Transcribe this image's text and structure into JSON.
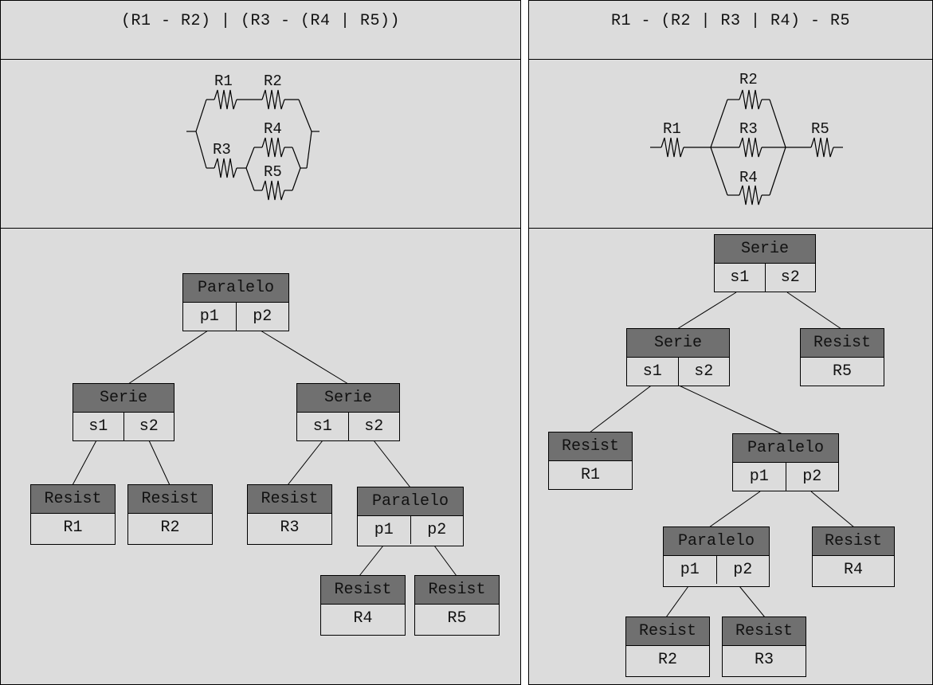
{
  "left": {
    "formula": "(R1 - R2) | (R3 - (R4 | R5))",
    "circuit_labels": {
      "r1": "R1",
      "r2": "R2",
      "r3": "R3",
      "r4": "R4",
      "r5": "R5"
    },
    "tree": {
      "root": {
        "title": "Paralelo",
        "a": "p1",
        "b": "p2"
      },
      "serie_left": {
        "title": "Serie",
        "a": "s1",
        "b": "s2"
      },
      "serie_right": {
        "title": "Serie",
        "a": "s1",
        "b": "s2"
      },
      "resist_r1": {
        "title": "Resist",
        "value": "R1"
      },
      "resist_r2": {
        "title": "Resist",
        "value": "R2"
      },
      "resist_r3": {
        "title": "Resist",
        "value": "R3"
      },
      "paralelo_inner": {
        "title": "Paralelo",
        "a": "p1",
        "b": "p2"
      },
      "resist_r4": {
        "title": "Resist",
        "value": "R4"
      },
      "resist_r5": {
        "title": "Resist",
        "value": "R5"
      }
    }
  },
  "right": {
    "formula": "R1 - (R2 | R3 | R4) - R5",
    "circuit_labels": {
      "r1": "R1",
      "r2": "R2",
      "r3": "R3",
      "r4": "R4",
      "r5": "R5"
    },
    "tree": {
      "root": {
        "title": "Serie",
        "a": "s1",
        "b": "s2"
      },
      "serie_inner": {
        "title": "Serie",
        "a": "s1",
        "b": "s2"
      },
      "resist_r5": {
        "title": "Resist",
        "value": "R5"
      },
      "resist_r1": {
        "title": "Resist",
        "value": "R1"
      },
      "paralelo_outer": {
        "title": "Paralelo",
        "a": "p1",
        "b": "p2"
      },
      "paralelo_inner": {
        "title": "Paralelo",
        "a": "p1",
        "b": "p2"
      },
      "resist_r4": {
        "title": "Resist",
        "value": "R4"
      },
      "resist_r2": {
        "title": "Resist",
        "value": "R2"
      },
      "resist_r3": {
        "title": "Resist",
        "value": "R3"
      }
    }
  }
}
